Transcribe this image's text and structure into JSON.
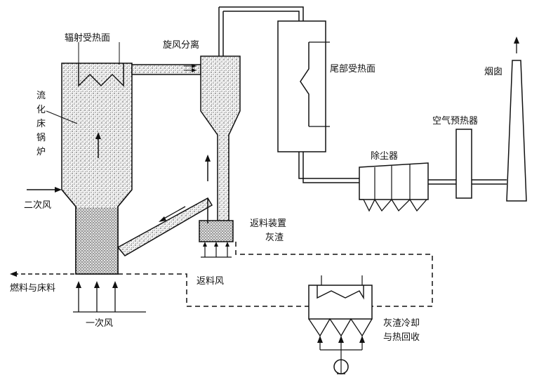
{
  "labels": {
    "radiant_surface": "辐射受热面",
    "cyclone": "旋风分离",
    "tail_surface": "尾部受热面",
    "chimney": "烟囱",
    "air_preheater": "空气预热器",
    "dust_collector": "除尘器",
    "fbc_char1": "流",
    "fbc_char2": "化",
    "fbc_char3": "床",
    "fbc_char4": "锅",
    "fbc_char5": "炉",
    "secondary_air": "二次风",
    "fuel_bed": "燃料与床料",
    "primary_air": "一次风",
    "return_device": "返料装置",
    "ash": "灰渣",
    "return_air": "返料风",
    "ash_cool_line1": "灰渣冷却",
    "ash_cool_line2": "与热回收"
  }
}
